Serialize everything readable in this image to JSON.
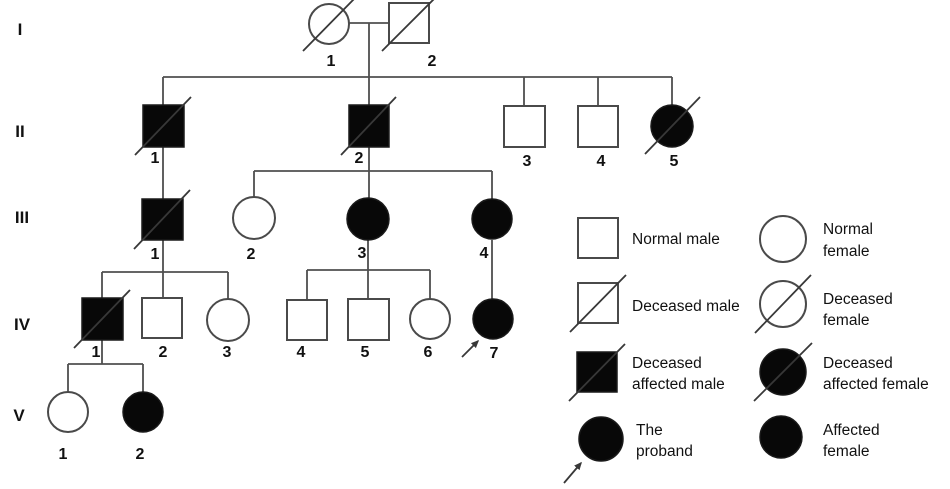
{
  "diagram": {
    "type": "pedigree-chart",
    "generations": [
      {
        "label": "I",
        "individuals": [
          {
            "id": "I-1",
            "number": "1",
            "sex": "female",
            "affected": false,
            "deceased": true
          },
          {
            "id": "I-2",
            "number": "2",
            "sex": "male",
            "affected": false,
            "deceased": true
          }
        ]
      },
      {
        "label": "II",
        "individuals": [
          {
            "id": "II-1",
            "number": "1",
            "sex": "male",
            "affected": true,
            "deceased": true
          },
          {
            "id": "II-2",
            "number": "2",
            "sex": "male",
            "affected": true,
            "deceased": true
          },
          {
            "id": "II-3",
            "number": "3",
            "sex": "male",
            "affected": false,
            "deceased": false
          },
          {
            "id": "II-4",
            "number": "4",
            "sex": "male",
            "affected": false,
            "deceased": false
          },
          {
            "id": "II-5",
            "number": "5",
            "sex": "female",
            "affected": true,
            "deceased": true
          }
        ]
      },
      {
        "label": "III",
        "individuals": [
          {
            "id": "III-1",
            "number": "1",
            "sex": "male",
            "affected": true,
            "deceased": true
          },
          {
            "id": "III-2",
            "number": "2",
            "sex": "female",
            "affected": false,
            "deceased": false
          },
          {
            "id": "III-3",
            "number": "3",
            "sex": "female",
            "affected": true,
            "deceased": false
          },
          {
            "id": "III-4",
            "number": "4",
            "sex": "female",
            "affected": true,
            "deceased": false
          }
        ]
      },
      {
        "label": "IV",
        "individuals": [
          {
            "id": "IV-1",
            "number": "1",
            "sex": "male",
            "affected": true,
            "deceased": true
          },
          {
            "id": "IV-2",
            "number": "2",
            "sex": "male",
            "affected": false,
            "deceased": false
          },
          {
            "id": "IV-3",
            "number": "3",
            "sex": "female",
            "affected": false,
            "deceased": false
          },
          {
            "id": "IV-4",
            "number": "4",
            "sex": "male",
            "affected": false,
            "deceased": false
          },
          {
            "id": "IV-5",
            "number": "5",
            "sex": "male",
            "affected": false,
            "deceased": false
          },
          {
            "id": "IV-6",
            "number": "6",
            "sex": "female",
            "affected": false,
            "deceased": false
          },
          {
            "id": "IV-7",
            "number": "7",
            "sex": "female",
            "affected": true,
            "deceased": false,
            "proband": true
          }
        ]
      },
      {
        "label": "V",
        "individuals": [
          {
            "id": "V-1",
            "number": "1",
            "sex": "female",
            "affected": false,
            "deceased": false
          },
          {
            "id": "V-2",
            "number": "2",
            "sex": "female",
            "affected": true,
            "deceased": false
          }
        ]
      }
    ]
  },
  "legend": {
    "items": [
      {
        "symbol": "normal-male",
        "lines": [
          "Normal male"
        ]
      },
      {
        "symbol": "normal-female",
        "lines": [
          "Normal",
          "female"
        ]
      },
      {
        "symbol": "deceased-male",
        "lines": [
          "Deceased male"
        ]
      },
      {
        "symbol": "deceased-female",
        "lines": [
          "Deceased",
          "female"
        ]
      },
      {
        "symbol": "deceased-affected-male",
        "lines": [
          "Deceased",
          "affected male"
        ]
      },
      {
        "symbol": "deceased-affected-female",
        "lines": [
          "Deceased",
          "affected female"
        ]
      },
      {
        "symbol": "proband",
        "lines": [
          "The",
          "proband"
        ]
      },
      {
        "symbol": "affected-female",
        "lines": [
          "Affected",
          "female"
        ]
      }
    ]
  },
  "colors": {
    "connector_line": "#4f4f4f",
    "symbol_stroke": "#4a4a4a",
    "affected_fill": "#080808",
    "text": "#111111",
    "background": "#ffffff"
  }
}
